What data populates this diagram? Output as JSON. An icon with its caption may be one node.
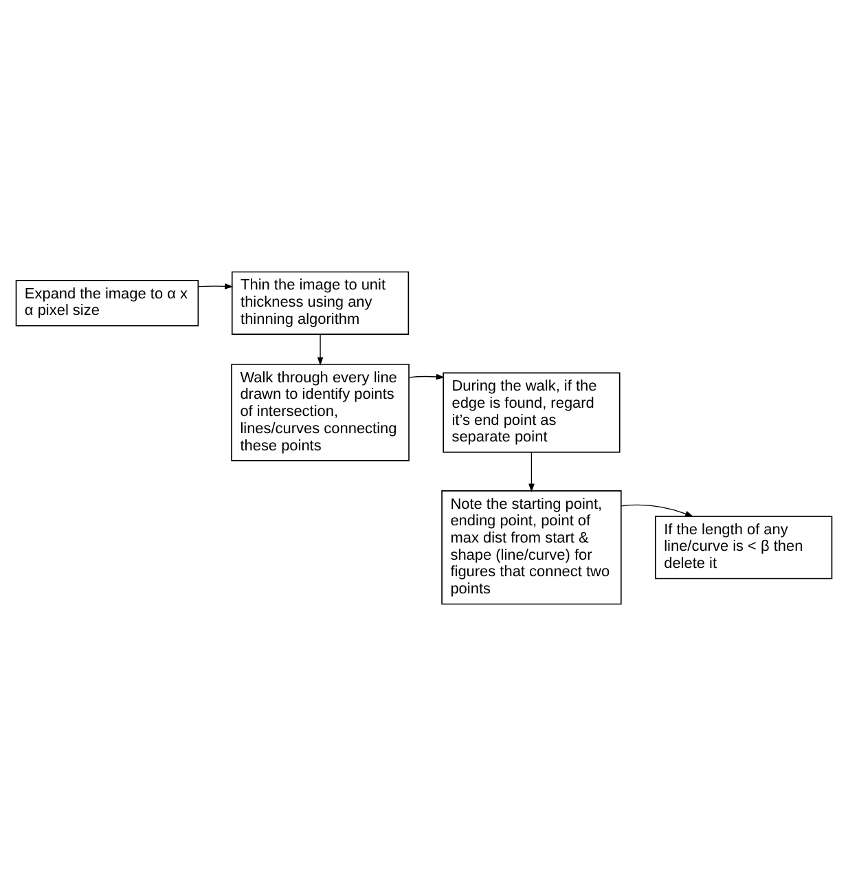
{
  "diagram": {
    "nodes": [
      {
        "text": [
          "Expand the image to α x α pixel size"
        ]
      },
      {
        "text": [
          "Thin the image to unit thickness using any thinning algorithm"
        ]
      },
      {
        "text": [
          "Walk through every line drawn to identify points of intersection, lines/curves connecting these points"
        ]
      },
      {
        "text": [
          "During the walk, if the edge is found, regard it’s end point as separate point"
        ]
      },
      {
        "text": [
          "Note the starting point, ending point, point of max dist from start & shape (line/curve) for figures that connect two points"
        ]
      },
      {
        "text": [
          "If the length of any line/curve is < β then delete it"
        ]
      }
    ],
    "edges": [
      {
        "from": 0,
        "to": 1,
        "arrow": "to"
      },
      {
        "from": 1,
        "to": 2,
        "arrow": "to"
      },
      {
        "from": 2,
        "to": 3,
        "arrow": "to"
      },
      {
        "from": 3,
        "to": 4,
        "arrow": "to"
      },
      {
        "from": 4,
        "to": 5,
        "arrow": "to"
      }
    ]
  }
}
